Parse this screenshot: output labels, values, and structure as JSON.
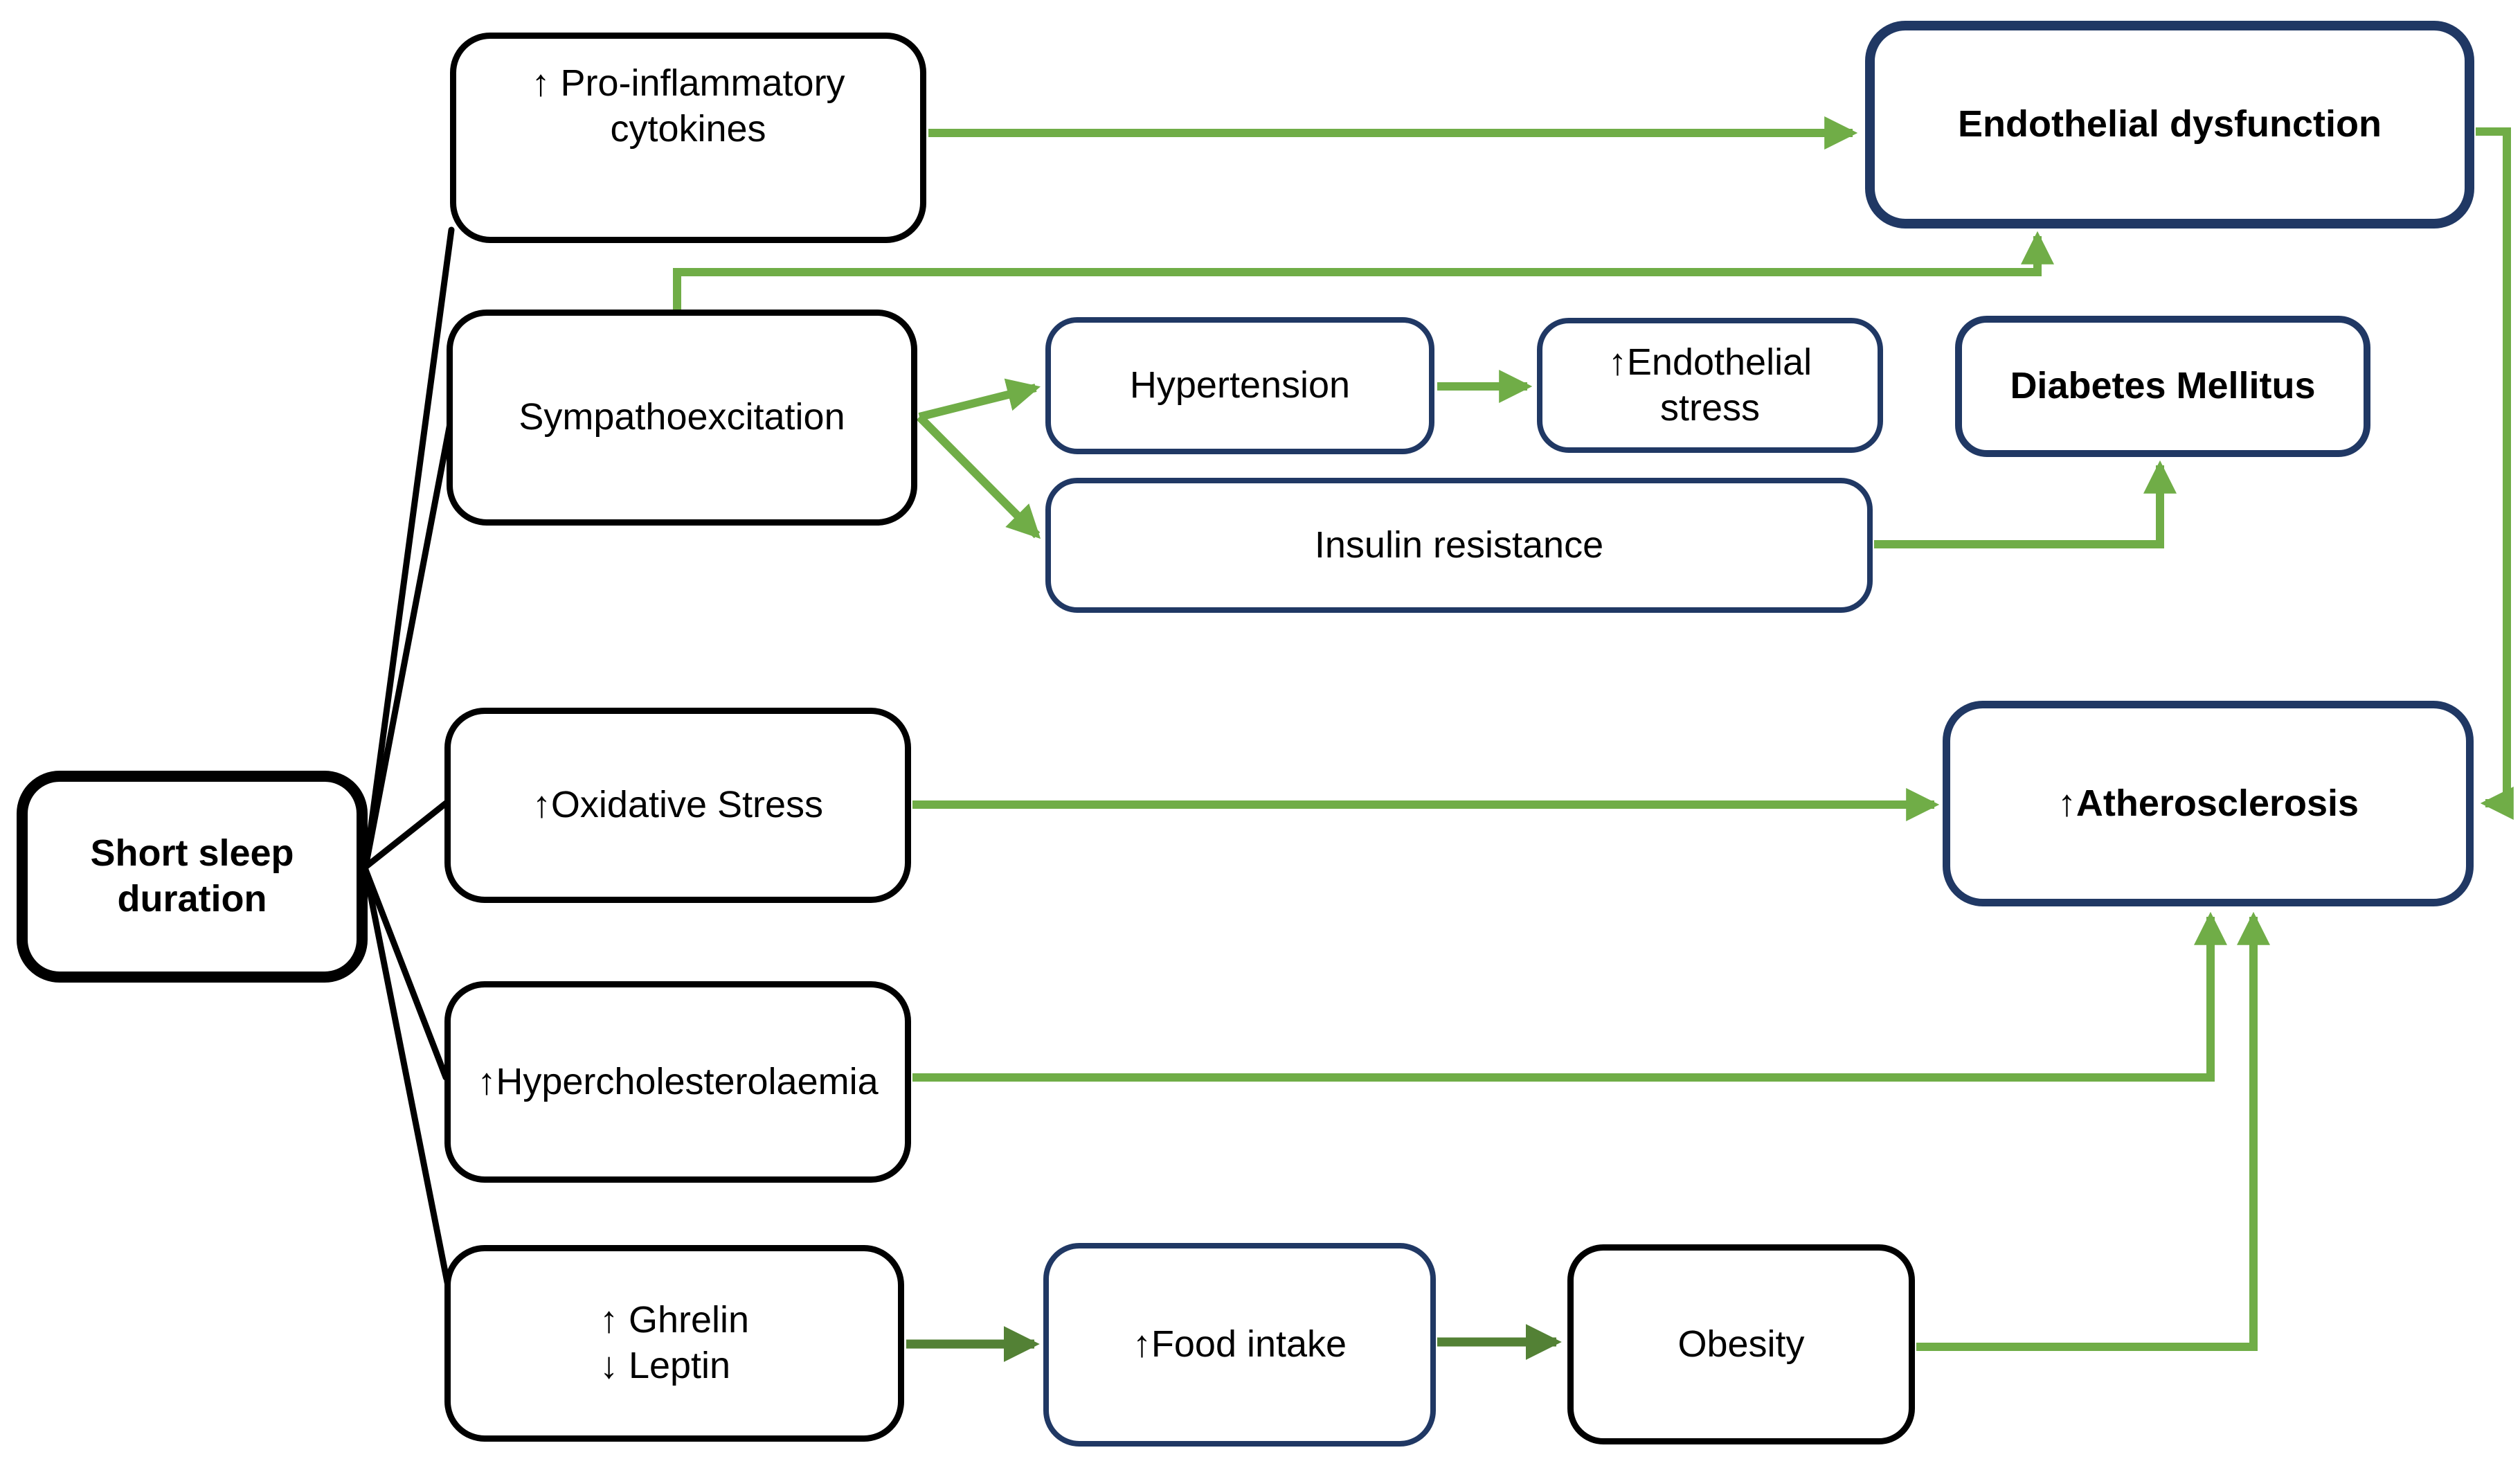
{
  "colors": {
    "green": "#70AD47",
    "dark_green": "#538135",
    "navy": "#203864",
    "black": "#000000",
    "background": "#FFFFFF"
  },
  "nodes": {
    "short_sleep": {
      "label": "Short sleep\nduration"
    },
    "cytokines": {
      "label": "↑ Pro-inflammatory\ncytokines"
    },
    "sympatho": {
      "label": "Sympathoexcitation"
    },
    "hypertension": {
      "label": "Hypertension"
    },
    "endo_stress": {
      "label": "↑Endothelial\nstress"
    },
    "diabetes": {
      "label": "Diabetes Mellitus"
    },
    "insulin": {
      "label": "Insulin resistance"
    },
    "endo_dys": {
      "label": "Endothelial dysfunction"
    },
    "oxidative": {
      "label": "↑Oxidative Stress"
    },
    "athero": {
      "label": "↑Atherosclerosis"
    },
    "hyperchol": {
      "label": "↑Hypercholesterolaemia"
    },
    "ghrelin_leptin": {
      "label": "↑ Ghrelin\n↓ Leptin"
    },
    "food": {
      "label": "↑Food intake"
    },
    "obesity": {
      "label": "Obesity"
    }
  },
  "edges": [
    {
      "from": "short_sleep",
      "to": "cytokines",
      "style": "black-line"
    },
    {
      "from": "short_sleep",
      "to": "sympatho",
      "style": "black-line"
    },
    {
      "from": "short_sleep",
      "to": "oxidative",
      "style": "black-line"
    },
    {
      "from": "short_sleep",
      "to": "hyperchol",
      "style": "black-line"
    },
    {
      "from": "short_sleep",
      "to": "ghrelin_leptin",
      "style": "black-line"
    },
    {
      "from": "cytokines",
      "to": "endo_dys",
      "style": "green-arrow"
    },
    {
      "from": "sympatho",
      "to": "endo_dys",
      "style": "green-arrow"
    },
    {
      "from": "sympatho",
      "to": "hypertension",
      "style": "green-arrow"
    },
    {
      "from": "sympatho",
      "to": "insulin",
      "style": "green-arrow"
    },
    {
      "from": "hypertension",
      "to": "endo_stress",
      "style": "green-arrow"
    },
    {
      "from": "insulin",
      "to": "diabetes",
      "style": "green-arrow"
    },
    {
      "from": "endo_dys",
      "to": "athero",
      "style": "green-arrow"
    },
    {
      "from": "oxidative",
      "to": "athero",
      "style": "green-arrow"
    },
    {
      "from": "hyperchol",
      "to": "athero",
      "style": "green-arrow"
    },
    {
      "from": "ghrelin_leptin",
      "to": "food",
      "style": "dark-green-arrow"
    },
    {
      "from": "food",
      "to": "obesity",
      "style": "dark-green-arrow"
    },
    {
      "from": "obesity",
      "to": "athero",
      "style": "green-arrow"
    }
  ]
}
